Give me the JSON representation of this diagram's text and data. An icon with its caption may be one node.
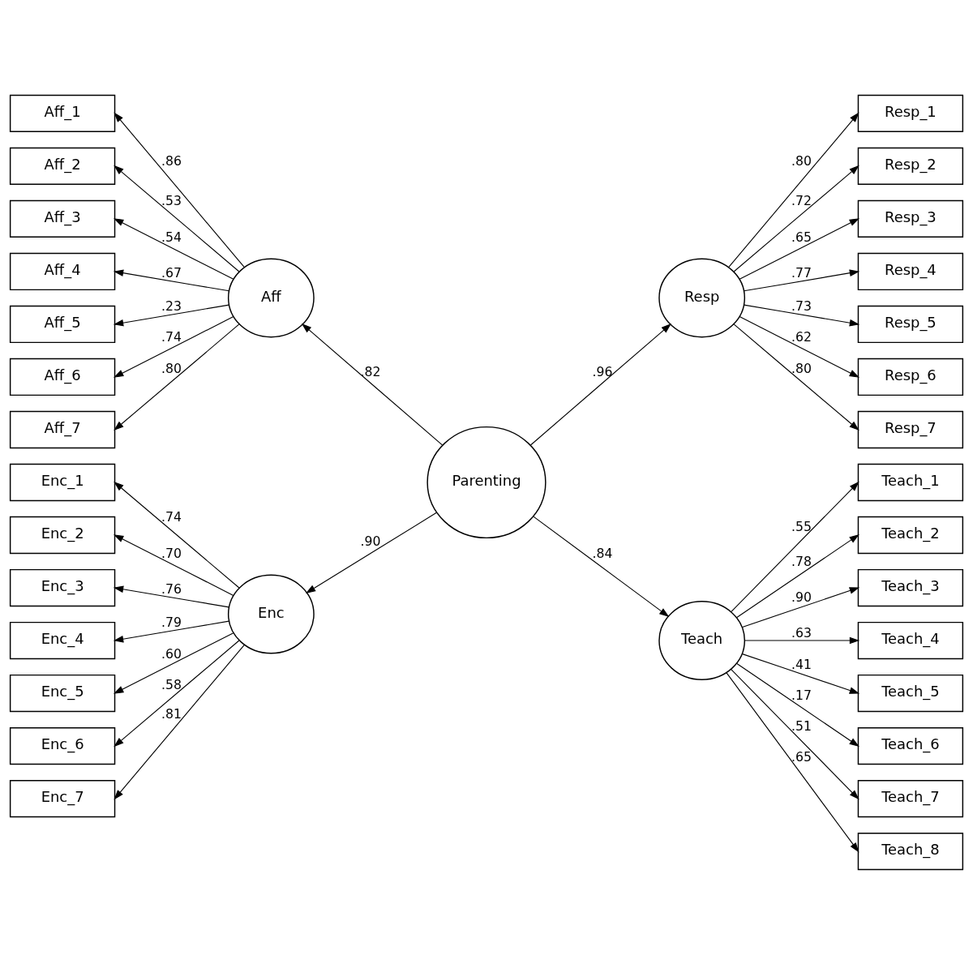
{
  "diagram": {
    "nodes": [
      {
        "text": [
          "Parenting"
        ]
      },
      {
        "text": [
          "Aff"
        ]
      },
      {
        "text": [
          "Resp"
        ]
      },
      {
        "text": [
          "Enc"
        ]
      },
      {
        "text": [
          "Teach"
        ]
      },
      {
        "text": [
          "Aff_1"
        ]
      },
      {
        "text": [
          "Aff_2"
        ]
      },
      {
        "text": [
          "Aff_3"
        ]
      },
      {
        "text": [
          "Aff_4"
        ]
      },
      {
        "text": [
          "Aff_5"
        ]
      },
      {
        "text": [
          "Aff_6"
        ]
      },
      {
        "text": [
          "Aff_7"
        ]
      },
      {
        "text": [
          "Resp_1"
        ]
      },
      {
        "text": [
          "Resp_2"
        ]
      },
      {
        "text": [
          "Resp_3"
        ]
      },
      {
        "text": [
          "Resp_4"
        ]
      },
      {
        "text": [
          "Resp_5"
        ]
      },
      {
        "text": [
          "Resp_6"
        ]
      },
      {
        "text": [
          "Resp_7"
        ]
      },
      {
        "text": [
          "Enc_1"
        ]
      },
      {
        "text": [
          "Enc_2"
        ]
      },
      {
        "text": [
          "Enc_3"
        ]
      },
      {
        "text": [
          "Enc_4"
        ]
      },
      {
        "text": [
          "Enc_5"
        ]
      },
      {
        "text": [
          "Enc_6"
        ]
      },
      {
        "text": [
          "Enc_7"
        ]
      },
      {
        "text": [
          "Teach_1"
        ]
      },
      {
        "text": [
          "Teach_2"
        ]
      },
      {
        "text": [
          "Teach_3"
        ]
      },
      {
        "text": [
          "Teach_4"
        ]
      },
      {
        "text": [
          "Teach_5"
        ]
      },
      {
        "text": [
          "Teach_6"
        ]
      },
      {
        "text": [
          "Teach_7"
        ]
      },
      {
        "text": [
          "Teach_8"
        ]
      }
    ],
    "edges": [
      {
        "from": 0,
        "to": 1,
        "arrow": "to",
        "label": ".82"
      },
      {
        "from": 0,
        "to": 2,
        "arrow": "to",
        "label": ".96"
      },
      {
        "from": 0,
        "to": 3,
        "arrow": "to",
        "label": ".90"
      },
      {
        "from": 0,
        "to": 4,
        "arrow": "to",
        "label": ".84"
      },
      {
        "from": 1,
        "to": 5,
        "arrow": "to",
        "label": ".86"
      },
      {
        "from": 1,
        "to": 6,
        "arrow": "to",
        "label": ".53"
      },
      {
        "from": 1,
        "to": 7,
        "arrow": "to",
        "label": ".54"
      },
      {
        "from": 1,
        "to": 8,
        "arrow": "to",
        "label": ".67"
      },
      {
        "from": 1,
        "to": 9,
        "arrow": "to",
        "label": ".23"
      },
      {
        "from": 1,
        "to": 10,
        "arrow": "to",
        "label": ".74"
      },
      {
        "from": 1,
        "to": 11,
        "arrow": "to",
        "label": ".80"
      },
      {
        "from": 2,
        "to": 12,
        "arrow": "to",
        "label": ".80"
      },
      {
        "from": 2,
        "to": 13,
        "arrow": "to",
        "label": ".72"
      },
      {
        "from": 2,
        "to": 14,
        "arrow": "to",
        "label": ".65"
      },
      {
        "from": 2,
        "to": 15,
        "arrow": "to",
        "label": ".77"
      },
      {
        "from": 2,
        "to": 16,
        "arrow": "to",
        "label": ".73"
      },
      {
        "from": 2,
        "to": 17,
        "arrow": "to",
        "label": ".62"
      },
      {
        "from": 2,
        "to": 18,
        "arrow": "to",
        "label": ".80"
      },
      {
        "from": 3,
        "to": 19,
        "arrow": "to",
        "label": ".74"
      },
      {
        "from": 3,
        "to": 20,
        "arrow": "to",
        "label": ".70"
      },
      {
        "from": 3,
        "to": 21,
        "arrow": "to",
        "label": ".76"
      },
      {
        "from": 3,
        "to": 22,
        "arrow": "to",
        "label": ".79"
      },
      {
        "from": 3,
        "to": 23,
        "arrow": "to",
        "label": ".60"
      },
      {
        "from": 3,
        "to": 24,
        "arrow": "to",
        "label": ".58"
      },
      {
        "from": 3,
        "to": 25,
        "arrow": "to",
        "label": ".81"
      },
      {
        "from": 4,
        "to": 26,
        "arrow": "to",
        "label": ".55"
      },
      {
        "from": 4,
        "to": 27,
        "arrow": "to",
        "label": ".78"
      },
      {
        "from": 4,
        "to": 28,
        "arrow": "to",
        "label": ".90"
      },
      {
        "from": 4,
        "to": 29,
        "arrow": "to",
        "label": ".63"
      },
      {
        "from": 4,
        "to": 30,
        "arrow": "to",
        "label": ".41"
      },
      {
        "from": 4,
        "to": 31,
        "arrow": "to",
        "label": ".17"
      },
      {
        "from": 4,
        "to": 32,
        "arrow": "to",
        "label": ".51"
      },
      {
        "from": 4,
        "to": 33,
        "arrow": "to",
        "label": ".65"
      }
    ]
  }
}
